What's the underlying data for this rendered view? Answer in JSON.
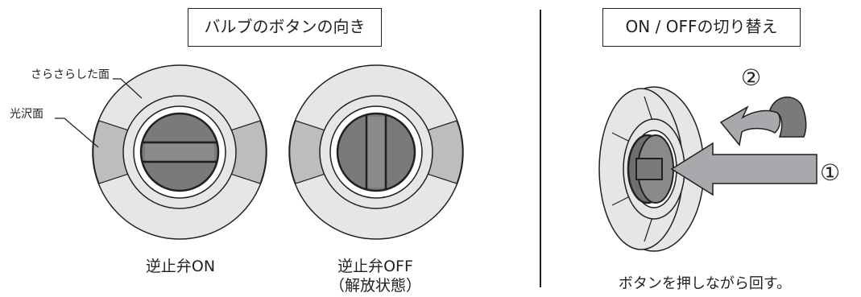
{
  "left_panel": {
    "title": "バルブのボタンの向き",
    "callouts": {
      "rough_surface": "さらさらした面",
      "glossy_surface": "光沢面"
    },
    "valve_on_caption": "逆止弁ON",
    "valve_off_caption_line1": "逆止弁OFF",
    "valve_off_caption_line2": "（解放状態）"
  },
  "right_panel": {
    "title": "ON / OFFの切り替え",
    "step1_marker": "①",
    "step2_marker": "②",
    "instruction": "ボタンを押しながら回す。"
  },
  "colors": {
    "outline": "#231f20",
    "light_gray": "#e6e6e6",
    "mid_gray": "#bdbdbd",
    "dark_gray": "#7a7a7a",
    "arrow_gray": "#a7a9ac"
  }
}
